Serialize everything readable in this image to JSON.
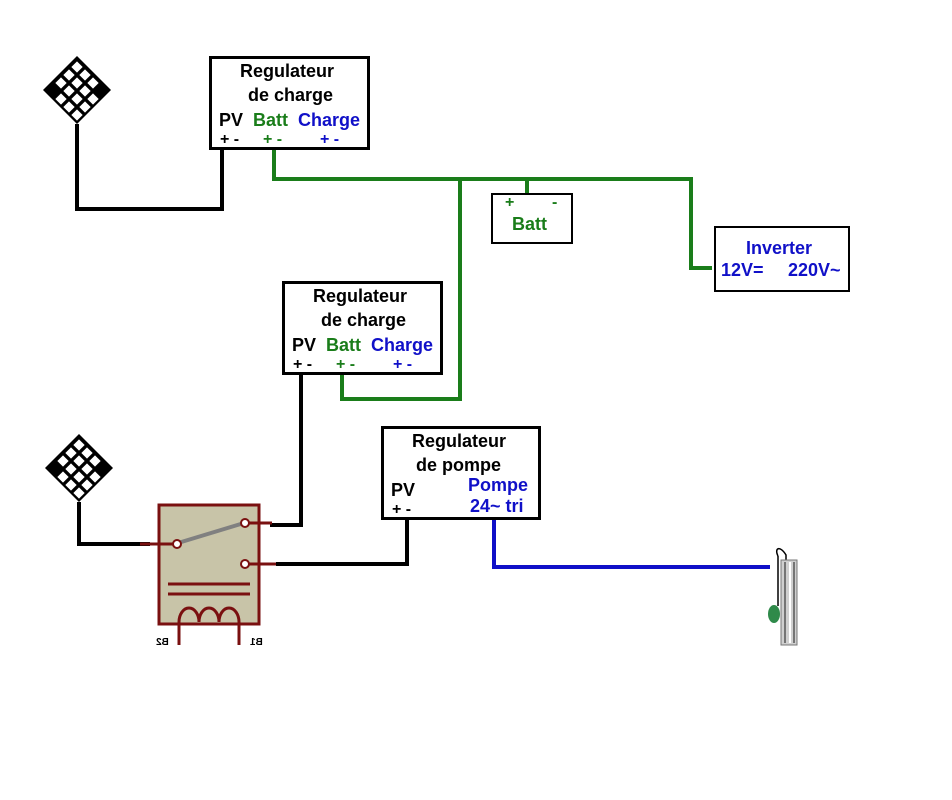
{
  "colors": {
    "wire_black": "#000000",
    "wire_green": "#1a7d1a",
    "wire_blue": "#1010c8",
    "relay_body": "#c8c4a8",
    "relay_line": "#7a1010"
  },
  "reg1": {
    "title1": "Regulateur",
    "title2": "de charge",
    "pv": "PV",
    "batt": "Batt",
    "charge": "Charge",
    "pv_pm": "+ -",
    "batt_pm": "+ -",
    "charge_pm": "+ -"
  },
  "reg2": {
    "title1": "Regulateur",
    "title2": "de charge",
    "pv": "PV",
    "batt": "Batt",
    "charge": "Charge",
    "pv_pm": "+ -",
    "batt_pm": "+ -",
    "charge_pm": "+ -"
  },
  "reg3": {
    "title1": "Regulateur",
    "title2": "de pompe",
    "pv": "PV",
    "pv_pm": "+ -",
    "pompe": "Pompe",
    "pompe2": "24~ tri"
  },
  "battery": {
    "plus": "+",
    "minus": "-",
    "label": "Batt"
  },
  "inverter": {
    "title": "Inverter",
    "in": "12V=",
    "out": "220V~"
  },
  "relay": {
    "left_label": "B2",
    "right_label": "B1"
  }
}
